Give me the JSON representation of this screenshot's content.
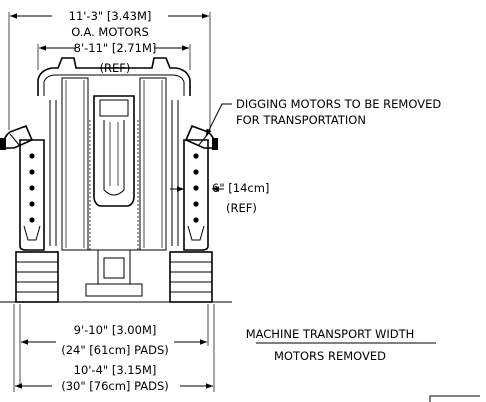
{
  "dimensions": {
    "overall_motors_value": "11'-3\" [3.43M]",
    "overall_motors_label": "O.A. MOTORS",
    "ref_width_value": "8'-11\" [2.71M]",
    "ref_width_note": "(REF)",
    "side_offset_value": "6\" [14cm]",
    "side_offset_note": "(REF)",
    "width_24_value": "9'-10\" [3.00M]",
    "width_24_pads": "(24\" [61cm] PADS)",
    "width_30_value": "10'-4\" [3.15M]",
    "width_30_pads": "(30\" [76cm] PADS)"
  },
  "callout": {
    "line1": "DIGGING MOTORS TO BE REMOVED",
    "line2": "FOR TRANSPORTATION"
  },
  "transport_note": {
    "line1": "MACHINE TRANSPORT WIDTH",
    "line2": "MOTORS REMOVED"
  }
}
